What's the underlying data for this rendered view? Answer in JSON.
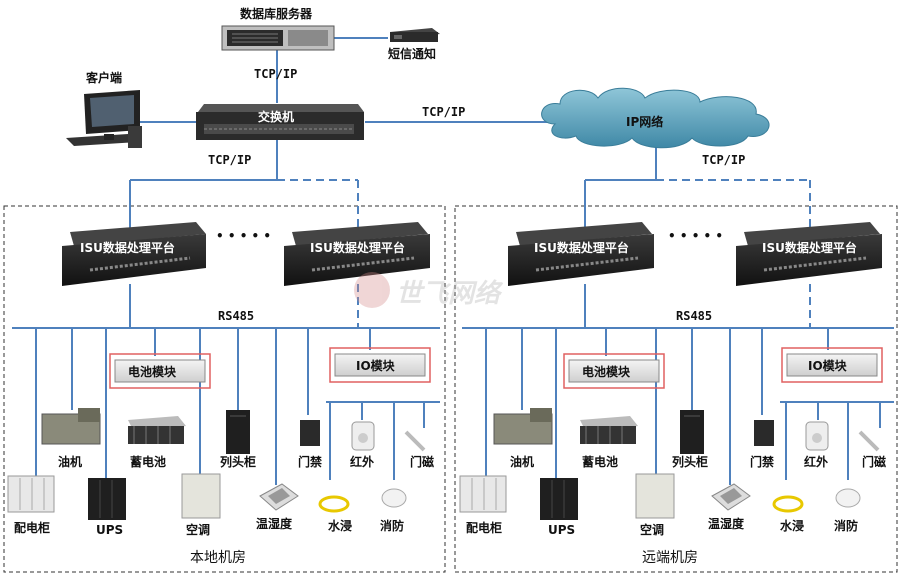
{
  "labels": {
    "db_server": "数据库服务器",
    "sms": "短信通知",
    "client": "客户端",
    "switch": "交换机",
    "ip_network": "IP网络",
    "tcpip": "TCP/IP",
    "isu": "ISU数据处理平台",
    "rs485": "RS485",
    "battery_module": "电池模块",
    "io_module": "IO模块",
    "oil": "油机",
    "storage_battery": "蓄电池",
    "rack": "列头柜",
    "access": "门禁",
    "infrared": "红外",
    "door_sensor": "门磁",
    "distribution": "配电柜",
    "ups": "UPS",
    "ac": "空调",
    "temp_humidity": "温湿度",
    "water": "水浸",
    "fire": "消防",
    "local_room": "本地机房",
    "remote_room": "远端机房",
    "watermark": "世飞网络"
  },
  "colors": {
    "line": "#4f81bd",
    "module_border": "#e06060",
    "cloud_fill": "#5b9bb4",
    "device_dark": "#2b2b2b"
  }
}
